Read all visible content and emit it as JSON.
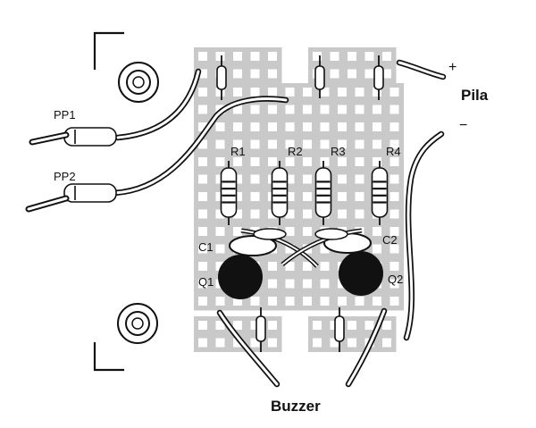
{
  "title": "",
  "labels": {
    "pp1": "PP1",
    "pp2": "PP2",
    "r1": "R1",
    "r2": "R2",
    "r3": "R3",
    "r4": "R4",
    "c1": "C1",
    "c2": "C2",
    "q1": "Q1",
    "q2": "Q2",
    "pila": "Pila",
    "plus": "+",
    "minus": "−",
    "buzzer": "Buzzer"
  },
  "colors": {
    "ink": "#111111",
    "board": "#c9c9c9",
    "pad": "#ffffff",
    "paper": "#ffffff"
  },
  "components": [
    {
      "id": "R1",
      "type": "resistor"
    },
    {
      "id": "R2",
      "type": "resistor"
    },
    {
      "id": "R3",
      "type": "resistor"
    },
    {
      "id": "R4",
      "type": "resistor"
    },
    {
      "id": "C1",
      "type": "capacitor"
    },
    {
      "id": "C2",
      "type": "capacitor"
    },
    {
      "id": "Q1",
      "type": "transistor"
    },
    {
      "id": "Q2",
      "type": "transistor"
    },
    {
      "id": "PP1",
      "type": "piezo-lead"
    },
    {
      "id": "PP2",
      "type": "piezo-lead"
    }
  ]
}
